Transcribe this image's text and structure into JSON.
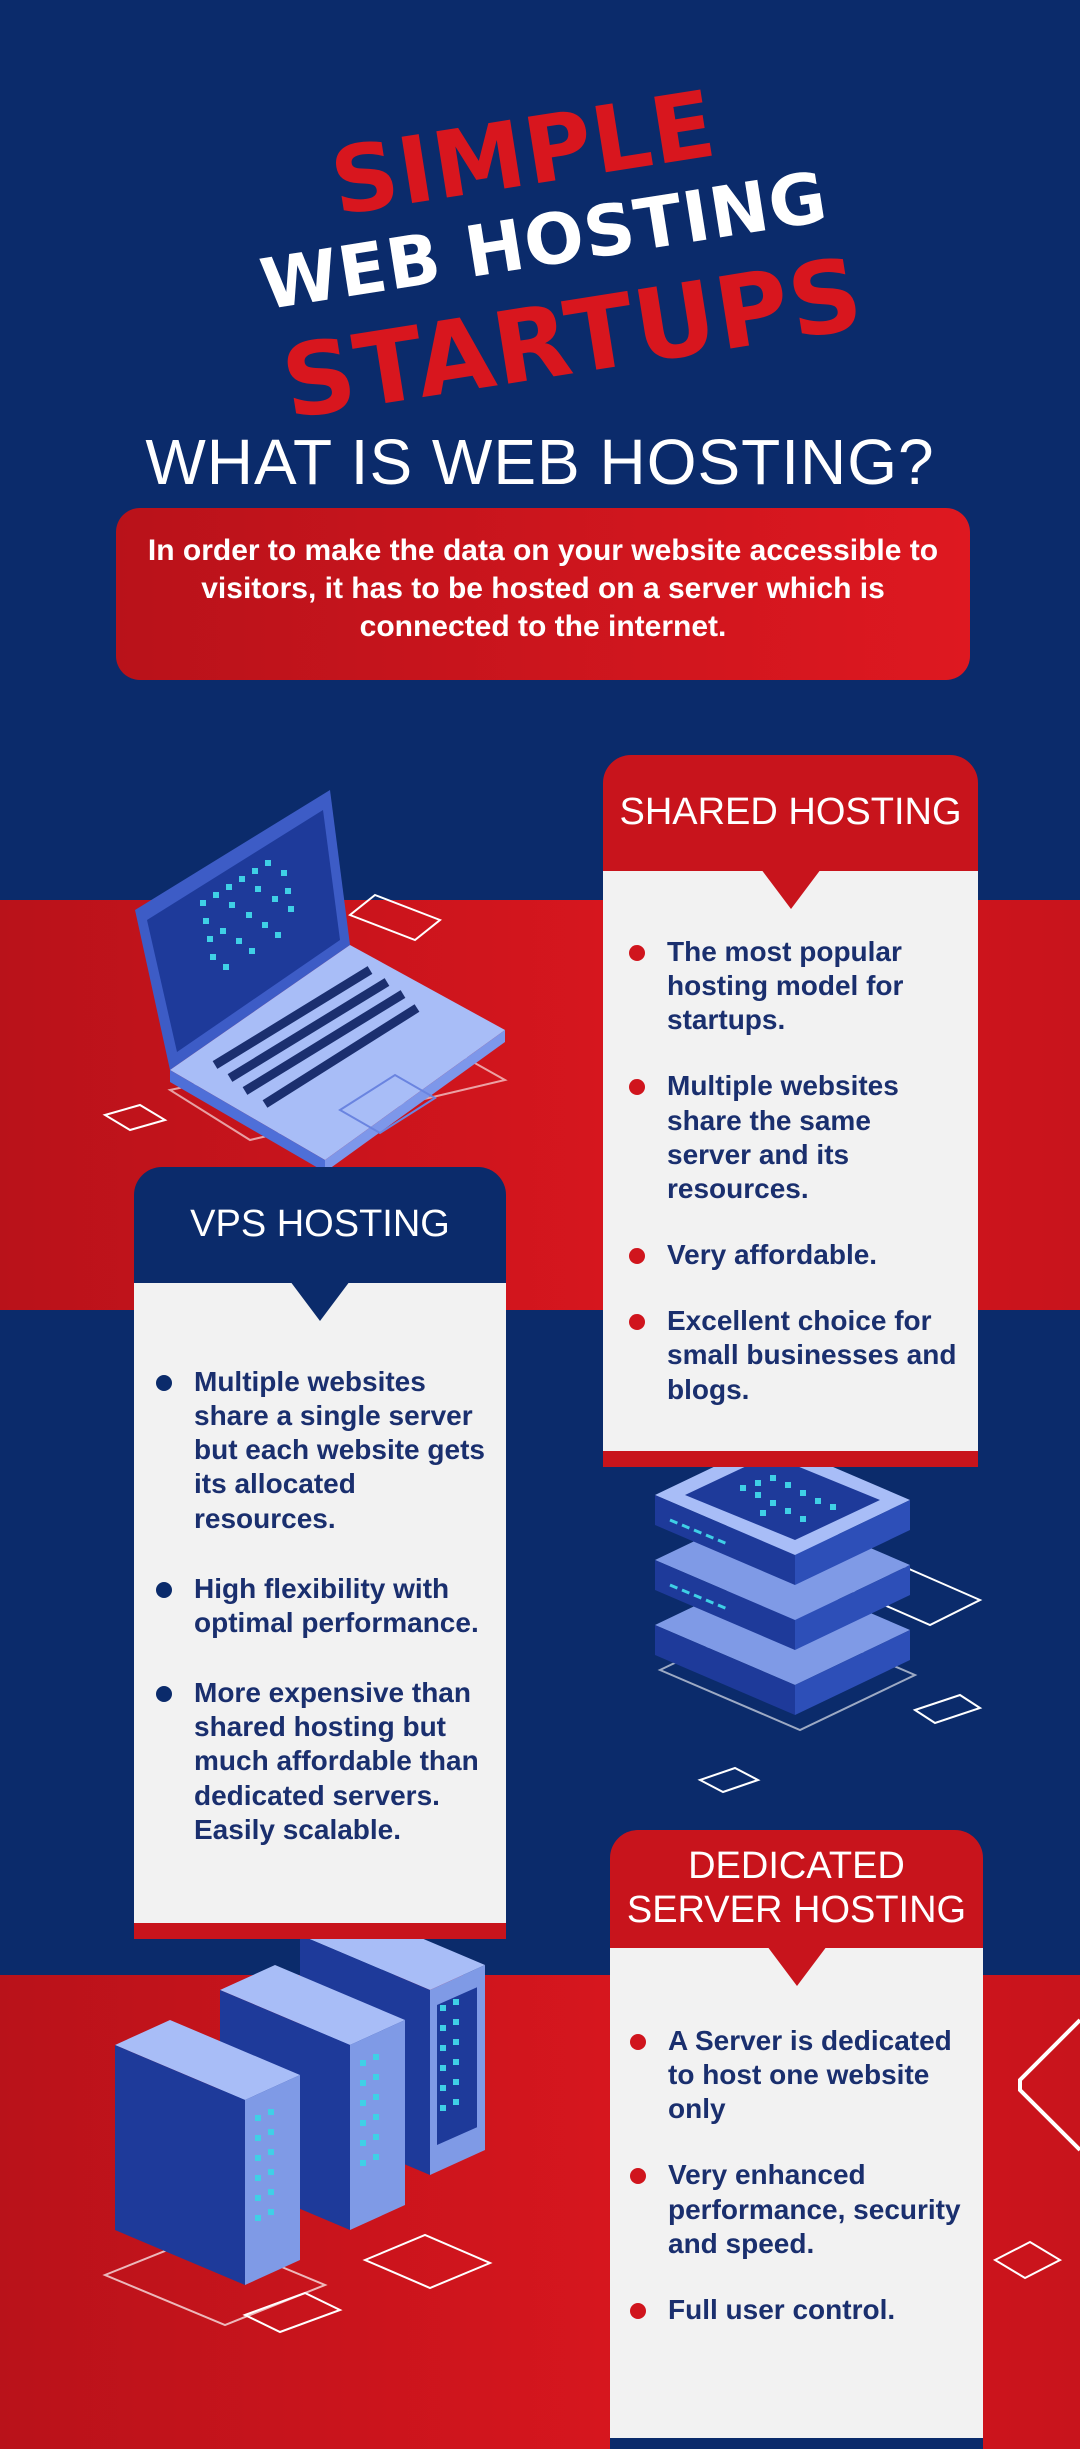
{
  "headline": {
    "line1": "SIMPLE",
    "line2": "WEB HOSTING",
    "line3": "STARTUPS"
  },
  "intro": {
    "title": "WHAT IS WEB HOSTING?",
    "text": "In order to make the data on your website accessible to visitors, it has to be hosted on a server which is connected to the internet."
  },
  "shared_hosting": {
    "title": "SHARED HOSTING",
    "points": [
      "The most popular hosting model for startups.",
      "Multiple websites share the same server and its resources.",
      "Very affordable.",
      "Excellent choice for small businesses and blogs."
    ]
  },
  "vps_hosting": {
    "title": "VPS HOSTING",
    "points": [
      "Multiple websites share a single server but each website gets its allocated resources.",
      "High flexibility with optimal performance.",
      "More expensive than shared hosting but much affordable than dedicated servers. Easily scalable."
    ]
  },
  "dedicated_hosting": {
    "title_line1": "DEDICATED",
    "title_line2": "SERVER HOSTING",
    "points": [
      "A Server is dedicated to host one website only",
      "Very enhanced performance, security and speed.",
      "Full user control."
    ]
  },
  "colors": {
    "navy": "#0b2b6b",
    "red": "#c8141c",
    "card_bg": "#f2f2f2",
    "text_navy": "#1a2f6e"
  },
  "illustrations": [
    "laptop-illustration",
    "server-stack-illustration",
    "server-towers-illustration"
  ]
}
